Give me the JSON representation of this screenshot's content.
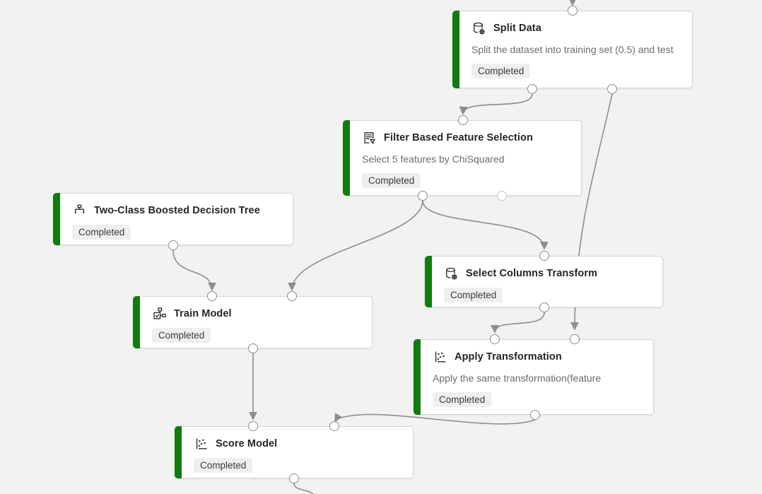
{
  "app": "pipeline-designer-canvas",
  "colors": {
    "canvas_background": "#f2f2f1",
    "node_accent_green": "#107C10",
    "edge_gray": "#8f8d8b",
    "badge_background": "#f0efee"
  },
  "nodes": [
    {
      "id": "split-data",
      "title": "Split Data",
      "description": "Split the dataset into training set (0.5) and test",
      "status": "Completed",
      "icon": "database-gear-icon"
    },
    {
      "id": "filter-based-feature-selection",
      "title": "Filter Based Feature Selection",
      "description": "Select 5 features by ChiSquared",
      "status": "Completed",
      "icon": "filter-list-icon"
    },
    {
      "id": "two-class-boosted-decision-tree",
      "title": "Two-Class Boosted Decision Tree",
      "description": "",
      "status": "Completed",
      "icon": "decision-tree-icon"
    },
    {
      "id": "select-columns-transform",
      "title": "Select Columns Transform",
      "description": "",
      "status": "Completed",
      "icon": "database-gear-icon"
    },
    {
      "id": "train-model",
      "title": "Train Model",
      "description": "",
      "status": "Completed",
      "icon": "train-model-icon"
    },
    {
      "id": "apply-transformation",
      "title": "Apply Transformation",
      "description": "Apply the same transformation(feature",
      "status": "Completed",
      "icon": "scatter-plot-icon"
    },
    {
      "id": "score-model",
      "title": "Score Model",
      "description": "",
      "status": "Completed",
      "icon": "scatter-plot-icon"
    }
  ],
  "edges": [
    {
      "from": "offscreen-top",
      "to": "split-data.input"
    },
    {
      "from": "split-data.output-left",
      "to": "filter-based-feature-selection.input"
    },
    {
      "from": "split-data.output-right",
      "to": "apply-transformation.input-right"
    },
    {
      "from": "filter-based-feature-selection.output-left",
      "to": "train-model.input-right"
    },
    {
      "from": "filter-based-feature-selection.output-left",
      "to": "select-columns-transform.input"
    },
    {
      "from": "two-class-boosted-decision-tree.output",
      "to": "train-model.input-left"
    },
    {
      "from": "train-model.output",
      "to": "score-model.input-left"
    },
    {
      "from": "select-columns-transform.output",
      "to": "apply-transformation.input-left"
    },
    {
      "from": "apply-transformation.output",
      "to": "score-model.input-right"
    },
    {
      "from": "score-model.output",
      "to": "offscreen-bottom"
    }
  ]
}
